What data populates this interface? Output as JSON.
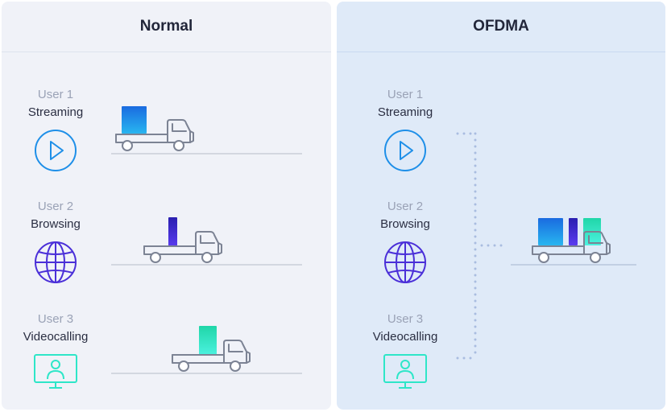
{
  "panels": {
    "normal": {
      "title": "Normal",
      "users": [
        {
          "number": "User 1",
          "task": "Streaming"
        },
        {
          "number": "User 2",
          "task": "Browsing"
        },
        {
          "number": "User 3",
          "task": "Videocalling"
        }
      ]
    },
    "ofdma": {
      "title": "OFDMA",
      "users": [
        {
          "number": "User 1",
          "task": "Streaming"
        },
        {
          "number": "User 2",
          "task": "Browsing"
        },
        {
          "number": "User 3",
          "task": "Videocalling"
        }
      ]
    }
  },
  "icons": {
    "streaming": "play-icon",
    "browsing": "globe-icon",
    "videocalling": "video-call-monitor-icon",
    "vehicle": "truck-icon"
  },
  "colors": {
    "streaming": "#1e8fe8",
    "browsing": "#4a2fd8",
    "videocalling": "#2ee6c8",
    "truck": "#7c8394",
    "connector": "#a9bde0"
  }
}
